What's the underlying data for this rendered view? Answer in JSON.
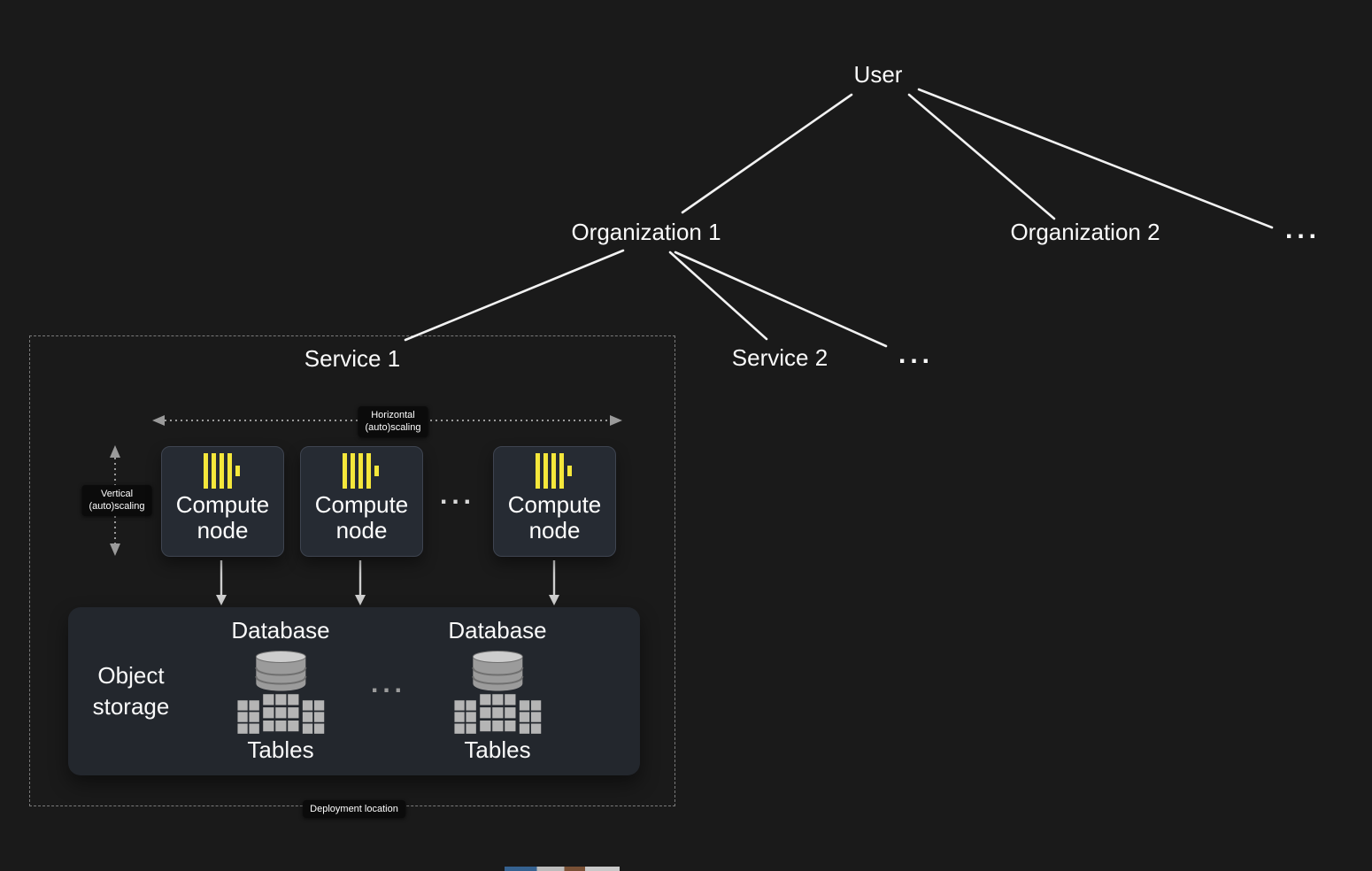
{
  "colors": {
    "background": "#1a1a1a",
    "connector_line": "#f2f2f2",
    "compute_logo_yellow": "#f5e73b",
    "node_background": "#262b33",
    "storage_background": "#23272d",
    "label_pill_background": "#0b0b0b",
    "scaling_arrow_gray": "#9a9a9a",
    "database_icon_gray": "#b5b5b5"
  },
  "hierarchy": {
    "user_label": "User",
    "organization_1_label": "Organization 1",
    "organization_2_label": "Organization 2",
    "organizations_ellipsis": "...",
    "service_2_label": "Service 2",
    "services_ellipsis": "..."
  },
  "service_box": {
    "service_1_label": "Service 1",
    "horizontal_scaling_label": "Horizontal\n(auto)scaling",
    "vertical_scaling_label": "Vertical\n(auto)scaling",
    "compute_nodes": [
      {
        "label": "Compute node",
        "icon": "clickhouse-logo-icon"
      },
      {
        "label": "Compute node",
        "icon": "clickhouse-logo-icon"
      },
      {
        "label": "Compute node",
        "icon": "clickhouse-logo-icon"
      }
    ],
    "compute_nodes_ellipsis": "...",
    "deployment_location_label": "Deployment location"
  },
  "storage": {
    "object_storage_label": "Object storage",
    "databases": [
      {
        "database_label": "Database",
        "tables_label": "Tables",
        "icons": [
          "database-cylinder-icon",
          "tables-grid-icon"
        ]
      },
      {
        "database_label": "Database",
        "tables_label": "Tables",
        "icons": [
          "database-cylinder-icon",
          "tables-grid-icon"
        ]
      }
    ],
    "databases_ellipsis": "..."
  }
}
